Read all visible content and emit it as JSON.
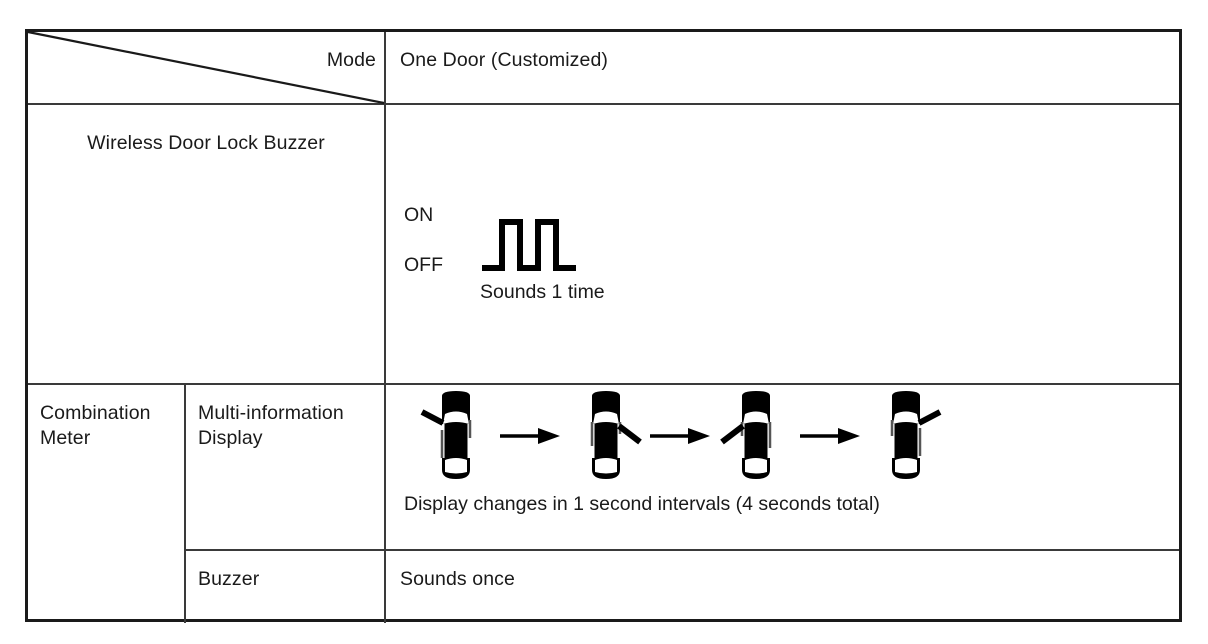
{
  "table": {
    "header": {
      "corner_label": "Mode",
      "mode_value": "One Door (Customized)"
    },
    "rows": [
      {
        "label": "Wireless Door Lock Buzzer",
        "sublabel": "",
        "content_type": "waveform",
        "waveform": {
          "on_label": "ON",
          "off_label": "OFF",
          "caption": "Sounds 1 time",
          "pulses": 2
        }
      },
      {
        "label": "Combination Meter",
        "sublabel": "Multi-information\nDisplay",
        "content_type": "car-sequence",
        "sequence": {
          "caption": "Display changes in 1 second intervals (4 seconds total)",
          "steps": [
            {
              "name": "car-step-1",
              "indicator": "front-left-up"
            },
            {
              "name": "car-step-2",
              "indicator": "front-right-down"
            },
            {
              "name": "car-step-3",
              "indicator": "front-left-down"
            },
            {
              "name": "car-step-4",
              "indicator": "front-right-up"
            }
          ],
          "arrow_count": 3
        }
      },
      {
        "label": "",
        "sublabel": "Buzzer",
        "content_type": "text",
        "text": "Sounds once"
      }
    ]
  },
  "colors": {
    "border": "#1a1a1a",
    "rule": "#3a3a3a",
    "text": "#1a1a1a",
    "ink": "#000000"
  }
}
